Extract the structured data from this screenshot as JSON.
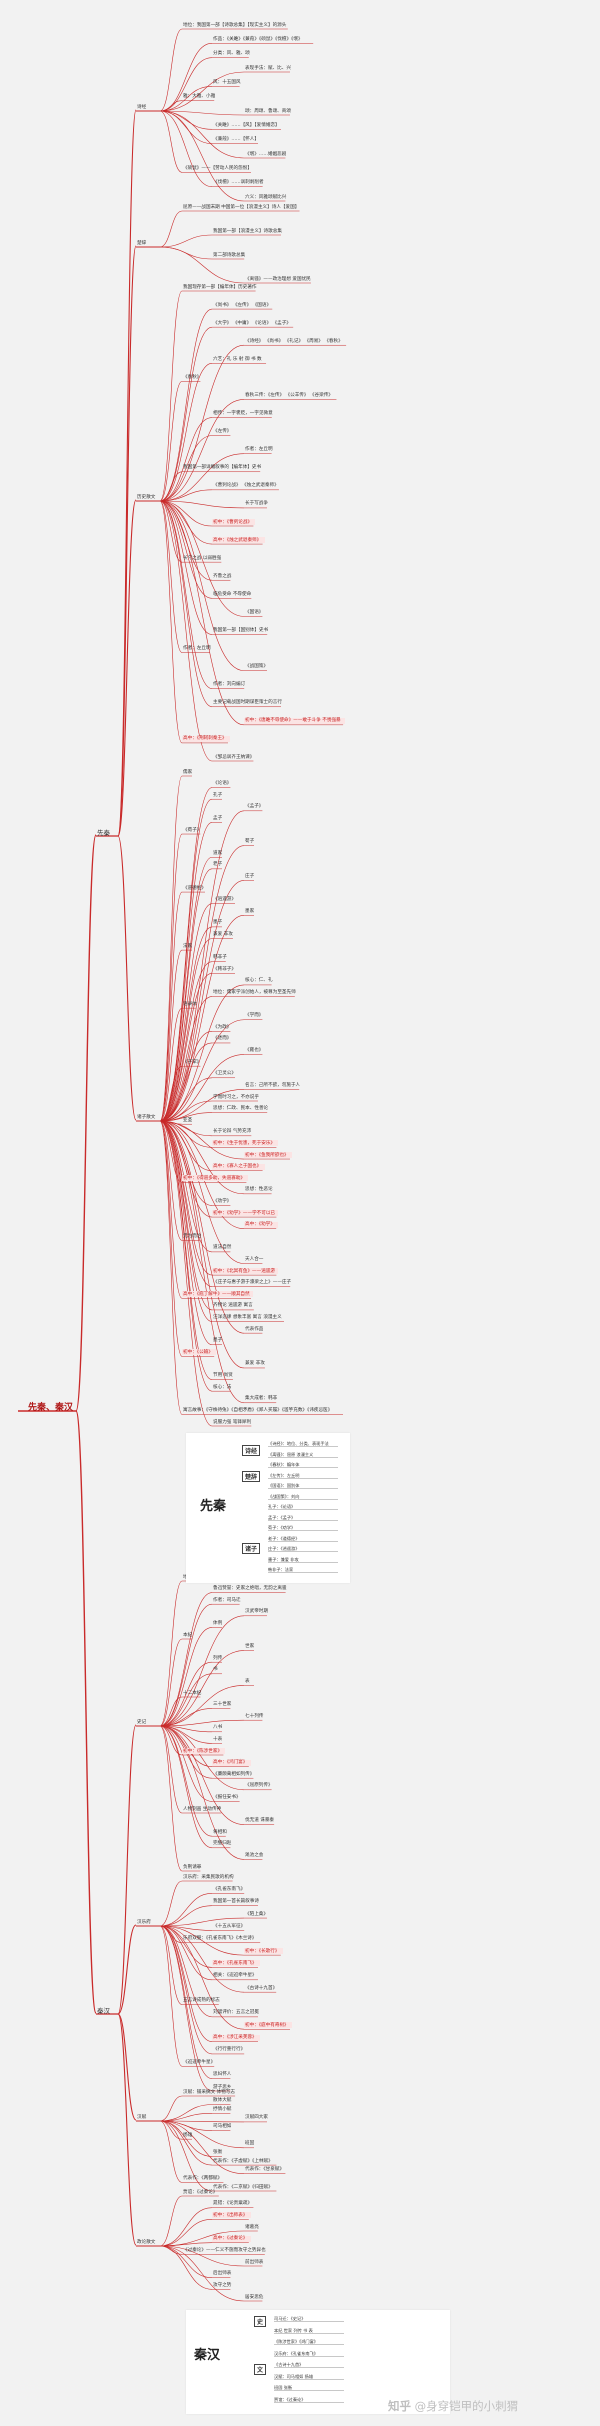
{
  "root": "先秦、秦汉",
  "l1": [
    "先秦",
    "秦汉"
  ],
  "l2": [
    "诗经",
    "楚辞",
    "历史散文",
    "诸子散文",
    "史记",
    "汉乐府",
    "汉赋",
    "政论散文"
  ],
  "pre_qin": {
    "shijing": [
      "地位：我国第一部【诗歌总集】【现实主义】的源头",
      "作品：《关雎》《蒹葭》《硕鼠》《伐檀》《氓》",
      "分类：风、雅、颂",
      "表现手法：赋、比、兴",
      "风：十五国风",
      "雅：大雅、小雅",
      "颂：周颂、鲁颂、商颂",
      "《关雎》……【风】【爱情婚恋】",
      "《蒹葭》……【怀人】",
      "《氓》……婚姻悲剧",
      "《硕鼠》——【劳动人民的怨恨】",
      "《伐檀》……讽刺剥削者",
      "六义：风雅颂赋比兴"
    ],
    "chuci": [
      "屈原——战国末期 中国第一位【浪漫主义】诗人【爱国】",
      "我国第一部【浪漫主义】诗歌总集",
      "第二部诗歌总集",
      "《离骚》——政治理想 爱国忧民"
    ],
    "history": [
      "我国现存第一部【编年体】历史著作",
      "《尚书》 《左传》 《国语》",
      "《大学》 《中庸》 《论语》 《孟子》",
      "《诗经》 《尚书》 《礼记》 《周易》 《春秋》",
      "六艺：礼 乐 射 御 书 数",
      "《春秋》",
      "春秋三传：《左传》 《公羊传》 《谷梁传》",
      "相传：一字褒贬，一字见微意",
      "《左传》",
      "作者：左丘明",
      "我国第一部详赡叙事的【编年体】史书",
      "《曹刿论战》 《烛之武退秦师》",
      "长于写战争",
      "初中：《曹刿论战》",
      "高中：《烛之武退秦师》",
      "长勺之战 以弱胜强",
      "齐鲁之战",
      "临危受命 不辱使命",
      "《国语》",
      "我国第一部【国别体】史书",
      "作者：左丘明",
      "《战国策》",
      "作者：刘向编订",
      "主要记载战国时期谋臣策士的言行",
      "初中：《唐雎不辱使命》——敢于斗争 不畏强暴",
      "高中：《荆轲刺秦王》",
      "《邹忌讽齐王纳谏》"
    ],
    "zhuzi": [
      "儒家",
      "《论语》",
      "孔子",
      "《孟子》",
      "孟子",
      "《荀子》",
      "荀子",
      "道家",
      "老子",
      "庄子",
      "《道德经》",
      "《逍遥游》",
      "墨家",
      "墨子",
      "兼爱 非攻",
      "法家",
      "韩非子",
      "《韩非子》",
      "核心：仁、礼",
      "地位：儒家学派创始人，被尊为至圣先师",
      "语录体",
      "《学而》",
      "《为政》",
      "《述而》",
      "《雍也》",
      "《子罕》",
      "《卫灵公》",
      "名言：己所不欲，勿施于人",
      "学而时习之，不亦说乎",
      "思想：仁政、民本、性善论",
      "亚圣",
      "长于论辩 气势充沛",
      "初中：《生于忧患，死于安乐》",
      "初中：《鱼我所欲也》",
      "高中：《寡人之于国也》",
      "初中：《得道多助，失道寡助》",
      "思想：性恶论",
      "《劝学》",
      "初中：《劝学》——学不可以已",
      "高中：《劝学》",
      "无为而治",
      "道法自然",
      "天人合一",
      "初中：《北冥有鱼》——逍遥游",
      "《庄子与惠子游于濠梁之上》——庄子",
      "高中：《庖丁解牛》——顺其自然",
      "齐物论 逍遥游 寓言",
      "汪洋恣肆 想象丰富 寓言 浪漫主义",
      "代表作品",
      "墨子",
      "初中：《公输》",
      "兼爱 非攻",
      "节用 尚贤",
      "核心：法",
      "集大成者：韩非",
      "寓言故事：《守株待兔》《自相矛盾》《郑人买履》《滥竽充数》《讳疾忌医》",
      "说服力强 笔锋犀利"
    ]
  },
  "qin_han": {
    "shiji": [
      "地位：我国第一部纪传体通史",
      "鲁迅赞誉：史家之绝唱，无韵之离骚",
      "作者：司马迁",
      "汉武帝时期",
      "体例",
      "本纪",
      "世家",
      "列传",
      "书",
      "表",
      "十二本纪",
      "三十世家",
      "七十列传",
      "八书",
      "十表",
      "初中：《陈涉世家》",
      "高中：《鸿门宴》",
      "《廉颇蔺相如列传》",
      "《屈原列传》",
      "《报任安书》",
      "人物刻画 生动传神",
      "伐无道 诛暴秦",
      "将相和",
      "完璧归赵",
      "渑池之会",
      "负荆请罪"
    ],
    "yuefu": [
      "汉乐府：采集民歌的机构",
      "《孔雀东南飞》",
      "我国第一首长篇叙事诗",
      "《陌上桑》",
      "《十五从军征》",
      "乐府双璧：《孔雀东南飞》《木兰诗》",
      "初中：《长歌行》",
      "高中：《孔雀东南飞》",
      "相关：《迢迢牵牛星》",
      "《古诗十九首》",
      "五言诗成熟的标志",
      "刘勰评价：五言之冠冕",
      "初中：《庭中有奇树》",
      "高中：《涉江采芙蓉》",
      "《行行重行行》",
      "《迢迢牵牛星》",
      "思妇怀人",
      "游子思乡"
    ],
    "hanfu": [
      "汉赋：铺采摛文 体物写志",
      "散体大赋",
      "抒情小赋",
      "汉赋四大家",
      "司马相如",
      "扬雄",
      "班固",
      "张衡",
      "代表作：《子虚赋》《上林赋》",
      "代表作：《甘泉赋》",
      "代表作：《两都赋》",
      "代表作：《二京赋》《归田赋》"
    ],
    "zhenglun": [
      "贾谊：《过秦论》",
      "晁错：《论贵粟疏》",
      "初中：《出师表》",
      "诸葛亮",
      "高中：《过秦论》",
      "《过秦论》——仁义不施而攻守之势异也",
      "前出师表",
      "后出师表",
      "攻守之势",
      "居安思危"
    ]
  },
  "card1": {
    "title": "先秦",
    "boxes": [
      "诗经",
      "楚辞",
      "诸子"
    ],
    "lines": [
      "《诗经》：地位、分类、表现手法",
      "《离骚》：屈原 浪漫主义",
      "《春秋》：编年体",
      "《左传》：左丘明",
      "《国语》：国别体",
      "《战国策》：刘向",
      "孔子：《论语》",
      "孟子：《孟子》",
      "荀子：《劝学》",
      "老子：《道德经》",
      "庄子：《逍遥游》",
      "墨子：兼爱 非攻",
      "韩非子：法家"
    ]
  },
  "card2": {
    "title": "秦汉",
    "boxes": [
      "史",
      "文"
    ],
    "lines": [
      "司马迁：《史记》",
      "本纪 世家 列传 书 表",
      "《陈涉世家》《鸿门宴》",
      "汉乐府：《孔雀东南飞》",
      "《古诗十九首》",
      "汉赋：司马相如 扬雄",
      "班固 张衡",
      "贾谊：《过秦论》"
    ]
  },
  "watermark": {
    "prefix": "知乎",
    "text": "@身穿铠甲的小刺猬"
  }
}
